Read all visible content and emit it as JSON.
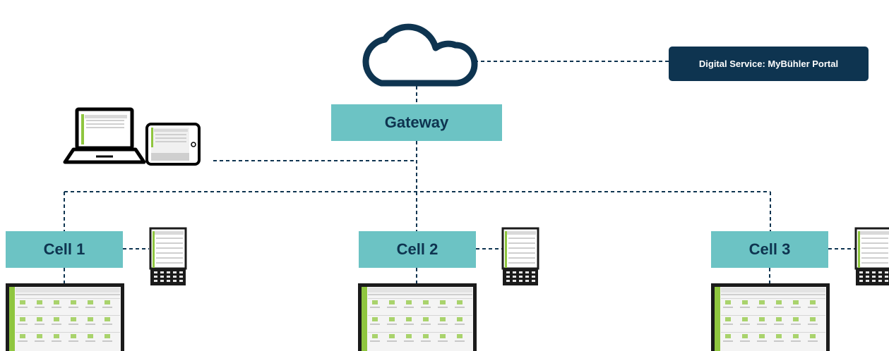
{
  "gateway": {
    "label": "Gateway"
  },
  "portal": {
    "label": "Digital Service: MyBühler Portal"
  },
  "cells": [
    {
      "label": "Cell 1"
    },
    {
      "label": "Cell 2"
    },
    {
      "label": "Cell 3"
    }
  ],
  "colors": {
    "teal": "#6cc3c4",
    "navy": "#0e3450",
    "screen_green": "#8fc63f",
    "screen_dark": "#1b1b1b"
  },
  "icons": [
    "cloud-icon",
    "laptop-icon",
    "tablet-icon",
    "handheld-panel-icon",
    "touch-panel-screen-icon"
  ]
}
